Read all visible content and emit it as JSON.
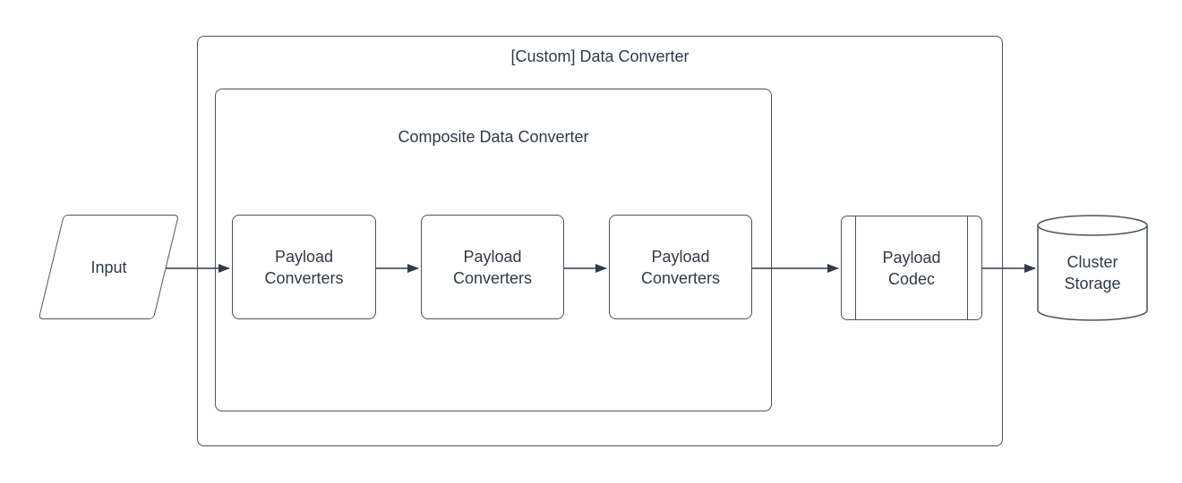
{
  "diagram": {
    "type": "flowchart",
    "background": "#ffffff"
  },
  "nodes": {
    "custom_data_converter": {
      "label": "[Custom] Data Converter",
      "shape": "container"
    },
    "composite_data_converter": {
      "label": "Composite Data Converter",
      "shape": "container"
    },
    "input": {
      "label": "Input",
      "shape": "parallelogram"
    },
    "payload_converters": [
      {
        "label": "Payload Converters",
        "shape": "rectangle"
      },
      {
        "label": "Payload Converters",
        "shape": "rectangle"
      },
      {
        "label": "Payload Converters",
        "shape": "rectangle"
      }
    ],
    "payload_codec": {
      "label": "Payload Codec",
      "shape": "predefined-process"
    },
    "cluster_storage": {
      "label": "Cluster Storage",
      "shape": "cylinder"
    }
  },
  "edges": [
    {
      "from": "input",
      "to": "payload-converters-1"
    },
    {
      "from": "payload-converters-1",
      "to": "payload-converters-2"
    },
    {
      "from": "payload-converters-2",
      "to": "payload-converters-3"
    },
    {
      "from": "payload-converters-3",
      "to": "payload-codec"
    },
    {
      "from": "payload-codec",
      "to": "cluster-storage"
    }
  ],
  "colors": {
    "stroke": "#4a5261",
    "arrow": "#333a48",
    "text": "#303a46",
    "background": "#ffffff"
  }
}
